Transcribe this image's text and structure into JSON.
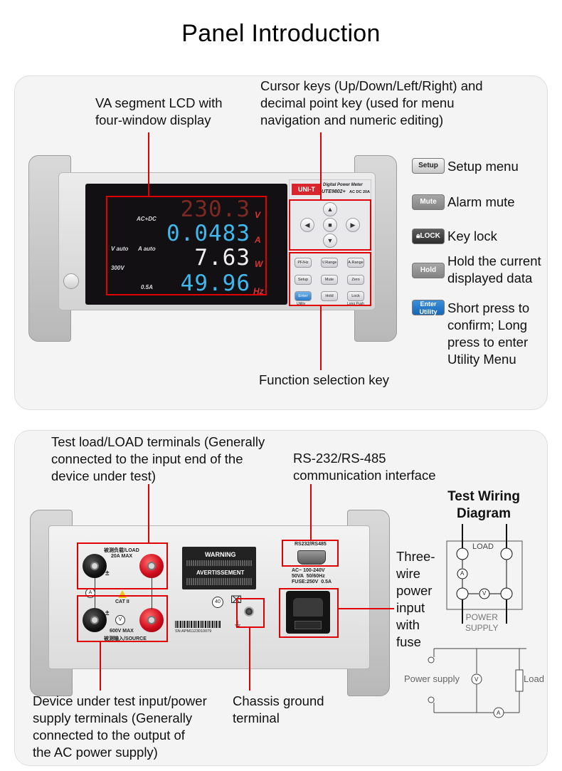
{
  "page_title": "Panel Introduction",
  "front": {
    "lcd_label": "VA segment LCD with\nfour-window display",
    "cursor_label": "Cursor keys (Up/Down/Left/Right) and\ndecimal point key (used for menu\nnavigation and numeric editing)",
    "function_label": "Function selection key",
    "brand": "UNI-T",
    "model": "UTE9802+",
    "device_title": "Digital Power Meter",
    "rating": "AC DC 20A",
    "display": [
      {
        "value": "230.3",
        "unit": "V"
      },
      {
        "value": "0.0483",
        "unit": "A"
      },
      {
        "value": "7.63",
        "unit": "W"
      },
      {
        "value": "49.96",
        "unit": "Hz"
      }
    ],
    "lcd_tags": {
      "acdc": "AC+DC",
      "v_auto": "V auto",
      "a_auto": "A auto",
      "v_range": "300V",
      "a_range": "0.5A"
    },
    "keys": [
      {
        "label": "PF/Hz"
      },
      {
        "label": "V.Range"
      },
      {
        "label": "A.Range"
      },
      {
        "label": "Setup"
      },
      {
        "label": "Mute"
      },
      {
        "label": "Zero"
      },
      {
        "label": "Enter"
      },
      {
        "label": "Hold"
      },
      {
        "label": "Lock"
      }
    ],
    "key_sublabels": {
      "utility": "Utility",
      "longpush": "Long Push"
    },
    "legend": [
      {
        "icon": "Setup",
        "text": "Setup menu"
      },
      {
        "icon": "Mute",
        "text": "Alarm mute"
      },
      {
        "icon": "LOCK",
        "text": "Key lock"
      },
      {
        "icon": "Hold",
        "text": "Hold the current\ndisplayed data"
      },
      {
        "icon": "Enter",
        "icon_sub": "Utility",
        "text": "Short press to\nconfirm; Long\npress to enter\nUtility Menu"
      }
    ]
  },
  "rear": {
    "load_label": "Test load/LOAD terminals (Generally\nconnected to the input end of the\ndevice under test)",
    "rs_label": "RS-232/RS-485\ncommunication interface",
    "power_label": "Three-\nwire\npower\ninput\nwith\nfuse",
    "source_label": "Device under test input/power\nsupply terminals (Generally\nconnected to the output of\nthe AC power supply)",
    "ground_label": "Chassis ground\nterminal",
    "load_terminal_text": "被测负载/LOAD",
    "load_terminal_rating": "20A MAX",
    "source_terminal_text": "被测输入/SOURCE",
    "source_terminal_rating": "600V MAX",
    "cat": "CAT II",
    "warning": "WARNING",
    "avertissement": "AVERTISSEMENT",
    "rs_port": "RS232/RS485",
    "power_spec": "AC~ 100-240V\n50VA  50/60Hz\nFUSE:250V  0.5A",
    "serial": "SN:APM1123010079",
    "plus_minus": "±"
  },
  "wiring": {
    "title": "Test Wiring\nDiagram",
    "load": "LOAD",
    "power_supply": "POWER\nSUPPLY",
    "power_supply_2": "Power supply",
    "load_2": "Load",
    "v": "V",
    "a": "A"
  }
}
